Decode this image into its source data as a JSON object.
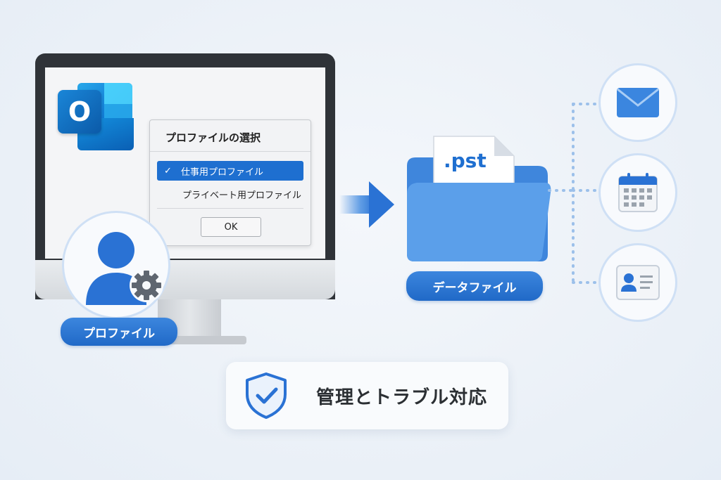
{
  "dialog": {
    "title": "プロファイルの選択",
    "options": [
      {
        "label": "仕事用プロファイル",
        "selected": true
      },
      {
        "label": "プライベート用プロファイル",
        "selected": false
      }
    ],
    "ok_label": "OK"
  },
  "outlook_logo_letter": "O",
  "profile_badge": "プロファイル",
  "file_extension": ".pst",
  "data_file_badge": "データファイル",
  "side_icons": [
    "mail-icon",
    "calendar-icon",
    "contact-card-icon"
  ],
  "footer_title": "管理とトラブル対応",
  "colors": {
    "accent": "#2a72d4",
    "badge_blue": "#2e78d6",
    "folder_blue": "#4b93e6",
    "background": "#eef3f9"
  }
}
